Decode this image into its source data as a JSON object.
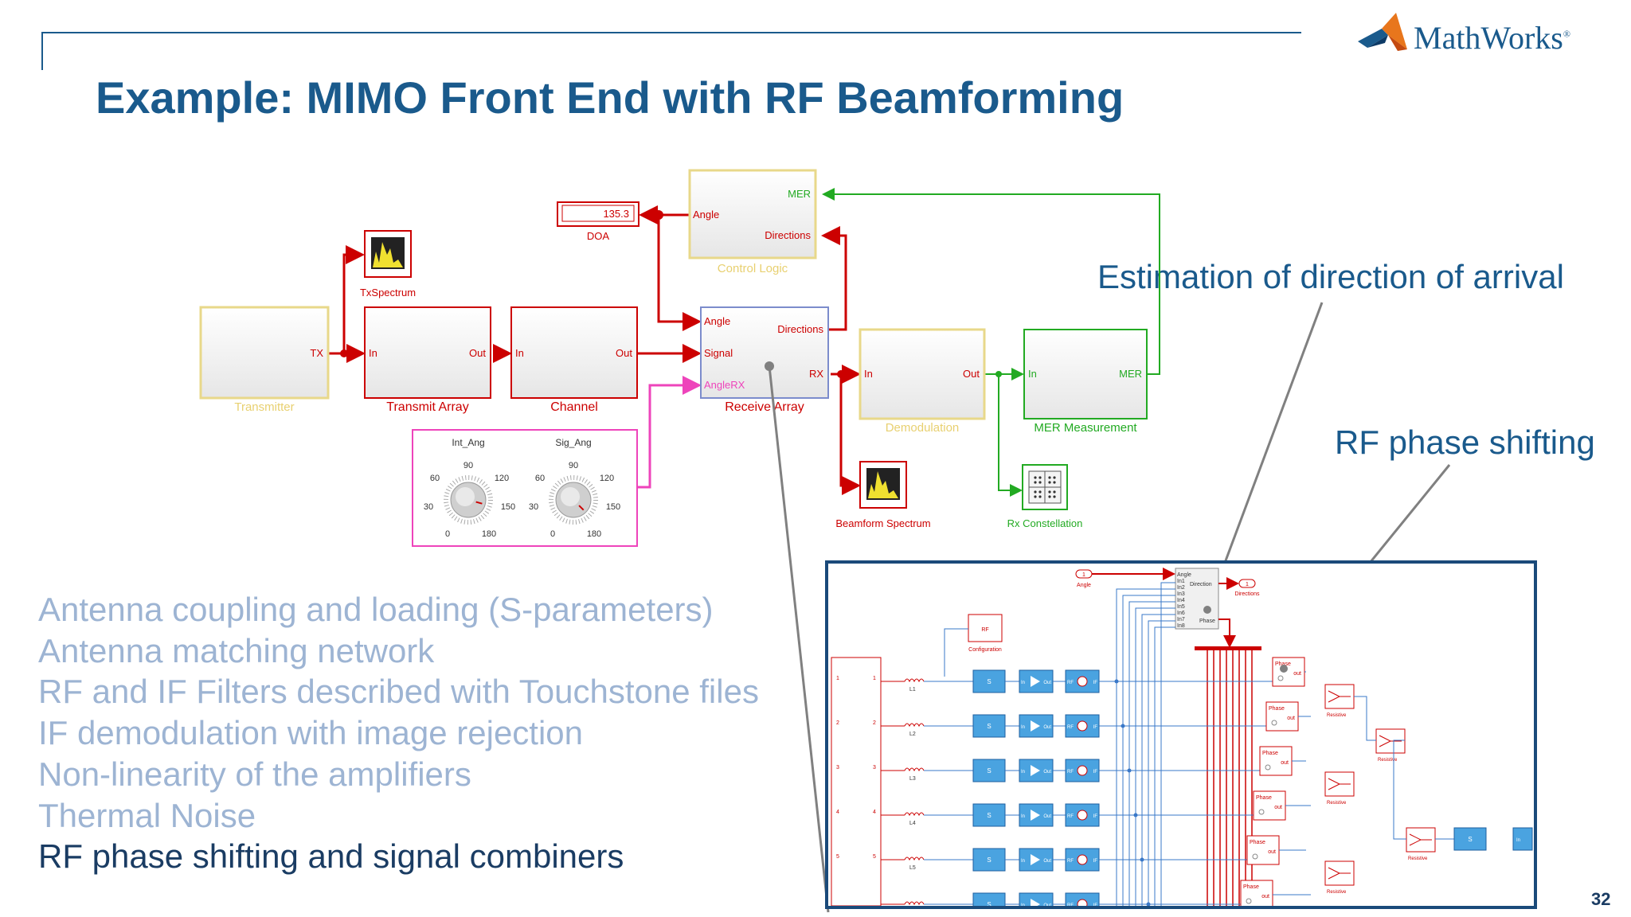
{
  "slide": {
    "title": "Example: MIMO Front End with RF Beamforming",
    "brand": "MathWorks",
    "page_number": "32"
  },
  "callouts": {
    "doa": "Estimation of direction of arrival",
    "phase": "RF phase shifting"
  },
  "bullets": [
    {
      "text": "Antenna coupling and loading (S-parameters)",
      "active": false
    },
    {
      "text": "Antenna matching network",
      "active": false
    },
    {
      "text": "RF and IF Filters described with Touchstone files",
      "active": false
    },
    {
      "text": "IF demodulation with image rejection",
      "active": false
    },
    {
      "text": "Non-linearity of the amplifiers",
      "active": false
    },
    {
      "text": "Thermal Noise",
      "active": false
    },
    {
      "text": "RF phase shifting and signal combiners",
      "active": true
    }
  ],
  "model": {
    "blocks": {
      "transmitter": "Transmitter",
      "transmitter_port_out": "TX",
      "tx_spectrum": "TxSpectrum",
      "transmit_array": "Transmit Array",
      "channel": "Channel",
      "receive_array": "Receive Array",
      "control_logic": "Control Logic",
      "doa_display": "DOA",
      "doa_value": "135.3",
      "demodulation": "Demodulation",
      "mer_measurement": "MER Measurement",
      "beamform_spectrum": "Beamform Spectrum",
      "rx_constellation": "Rx Constellation"
    },
    "ports": {
      "in": "In",
      "out": "Out",
      "angle": "Angle",
      "directions": "Directions",
      "signal": "Signal",
      "angle_rx": "AngleRX",
      "rx": "RX",
      "mer": "MER"
    },
    "knobs": [
      {
        "label": "Int_Ang",
        "value_deg": 165
      },
      {
        "label": "Sig_Ang",
        "value_deg": 135
      }
    ],
    "knob_ticks": {
      "t0": "0",
      "t30": "30",
      "t60": "60",
      "t90": "90",
      "t120": "120",
      "t150": "150",
      "t180": "180"
    }
  },
  "subsystem": {
    "angle_label": "Angle",
    "directions_label": "Directions",
    "phase_label": "Phase",
    "out_label": "out",
    "rf_label": "RF",
    "configuration_label": "Configuration",
    "resistive_label": "Resistive",
    "in_port": "In",
    "out_port": "Out",
    "if_port": "IF",
    "s_label": "S",
    "direction_short": "Direction",
    "port_one": "1",
    "port_two": "2",
    "channels": [
      {
        "index": "1",
        "inductor": "L1"
      },
      {
        "index": "2",
        "inductor": "L2"
      },
      {
        "index": "3",
        "inductor": "L3"
      },
      {
        "index": "4",
        "inductor": "L4"
      },
      {
        "index": "5",
        "inductor": "L5"
      }
    ],
    "phase_block_inputs": [
      "Angle",
      "In1",
      "In2",
      "In3",
      "In4",
      "In5",
      "In6",
      "In7",
      "In8"
    ]
  },
  "colors": {
    "accent": "#1a5a8c",
    "signal_red": "#cc0000",
    "mer_green": "#22aa22",
    "angle_magenta": "#ee44bb",
    "block_yellow": "#f5e7a3",
    "inset_blue": "#4aa3e0"
  }
}
